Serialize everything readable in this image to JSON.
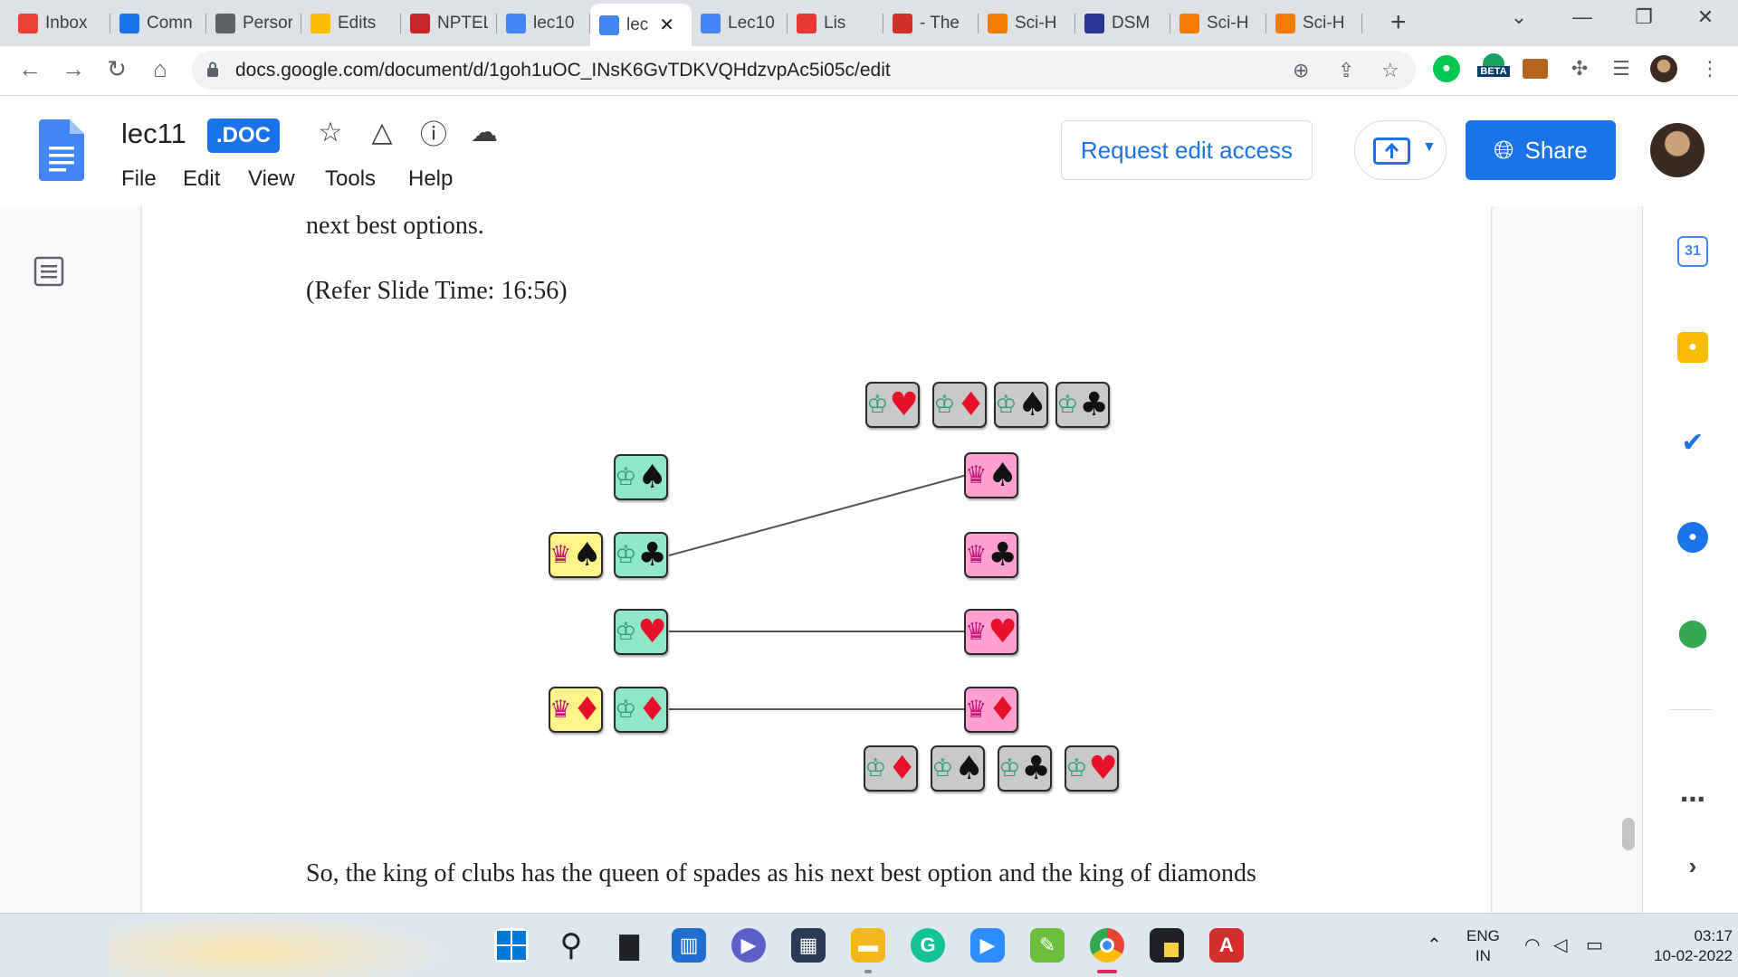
{
  "browser": {
    "tabs": [
      {
        "label": "Inbox",
        "icon": "gmail-icon",
        "color": "#ea4335"
      },
      {
        "label": "Comn",
        "icon": "link-icon",
        "color": "#1a73e8"
      },
      {
        "label": "Persor",
        "icon": "person-icon",
        "color": "#5f6368"
      },
      {
        "label": "Edits",
        "icon": "google-drive-icon",
        "color": "#fbbc04"
      },
      {
        "label": "NPTEL",
        "icon": "nptel-icon",
        "color": "#c62828"
      },
      {
        "label": "lec10",
        "icon": "google-docs-icon",
        "color": "#4285f4"
      },
      {
        "label": "lec",
        "icon": "google-docs-icon",
        "color": "#4285f4",
        "active": true
      },
      {
        "label": "Lec10",
        "icon": "google-docs-icon",
        "color": "#4285f4"
      },
      {
        "label": "Lis",
        "icon": "g-letter-icon",
        "color": "#e53935"
      },
      {
        "label": "- The",
        "icon": "a-letter-icon",
        "color": "#d32f2f"
      },
      {
        "label": "Sci-H",
        "icon": "scihub-icon",
        "color": "#f57c00"
      },
      {
        "label": "DSM",
        "icon": "dsm-icon",
        "color": "#283593"
      },
      {
        "label": "Sci-H",
        "icon": "scihub-icon",
        "color": "#f57c00"
      },
      {
        "label": "Sci-H",
        "icon": "scihub-icon",
        "color": "#f57c00"
      }
    ],
    "url": "docs.google.com/document/d/1goh1uOC_INsK6GvTDKVQHdzvpAc5i05c/edit",
    "beta_label": "BETA"
  },
  "docs": {
    "title": "lec11",
    "badge": ".DOC",
    "menu": [
      "File",
      "Edit",
      "View",
      "Tools",
      "Help"
    ],
    "request_edit_label": "Request edit access",
    "share_label": "Share"
  },
  "document": {
    "line_top": "next best options.",
    "slide_ref": "(Refer Slide Time: 16:56)",
    "line_bottom": "So, the king of clubs has the queen of spades as his next best option and the king of diamonds"
  },
  "diagram": {
    "top_row": [
      [
        "king",
        "hearts"
      ],
      [
        "king",
        "diamonds"
      ],
      [
        "king",
        "spades"
      ],
      [
        "king",
        "clubs"
      ]
    ],
    "bottom_row": [
      [
        "king",
        "diamonds"
      ],
      [
        "king",
        "spades"
      ],
      [
        "king",
        "clubs"
      ],
      [
        "king",
        "hearts"
      ]
    ],
    "left_queens": [
      [
        "queen",
        "spades"
      ],
      [
        "queen",
        "diamonds"
      ]
    ],
    "left_kings": [
      [
        "king",
        "spades"
      ],
      [
        "king",
        "clubs"
      ],
      [
        "king",
        "hearts"
      ],
      [
        "king",
        "diamonds"
      ]
    ],
    "right_queens": [
      [
        "queen",
        "spades"
      ],
      [
        "queen",
        "clubs"
      ],
      [
        "queen",
        "hearts"
      ],
      [
        "queen",
        "diamonds"
      ]
    ],
    "matches": [
      {
        "from": "king-clubs",
        "to": "queen-spades"
      },
      {
        "from": "king-hearts",
        "to": "queen-hearts"
      },
      {
        "from": "king-diamonds",
        "to": "queen-diamonds"
      }
    ],
    "colors": {
      "king": "#8fe6c9",
      "queen_left": "#fff48a",
      "queen_right": "#ff9fd2",
      "preference": "#c9c9c9"
    }
  },
  "side_panel": [
    "calendar-icon",
    "keep-icon",
    "tasks-icon",
    "contacts-icon",
    "maps-icon",
    "more-icon",
    "expand-icon"
  ],
  "calendar_day": "31",
  "taskbar": {
    "apps": [
      "windows-start-icon",
      "search-icon",
      "task-view-icon",
      "widgets-icon",
      "teams-chat-icon",
      "store-icon",
      "file-explorer-icon",
      "grammarly-icon",
      "zoom-icon",
      "notes-icon",
      "chrome-icon",
      "sticky-notes-icon",
      "acrobat-icon"
    ],
    "lang_top": "ENG",
    "lang_bottom": "IN",
    "time": "03:17",
    "date": "10-02-2022"
  }
}
